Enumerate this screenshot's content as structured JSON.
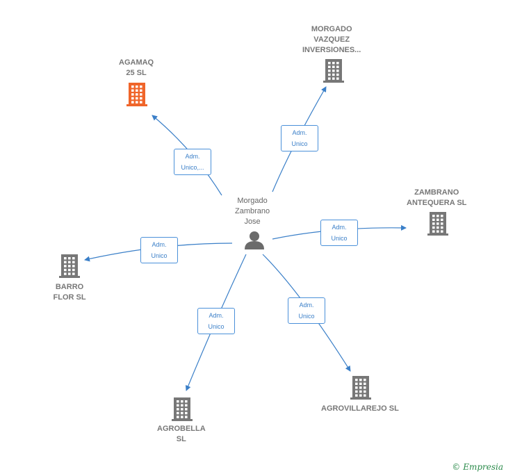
{
  "colors": {
    "edge": "#3a7fc8",
    "building_default": "#777777",
    "building_highlight": "#f0652a",
    "person": "#6b6b6b"
  },
  "center": {
    "label_lines": [
      "Morgado",
      "Zambrano",
      "Jose"
    ],
    "icon": "person-icon"
  },
  "companies": [
    {
      "id": "agamaq",
      "label_lines": [
        "AGAMAQ",
        "25  SL"
      ],
      "icon": "building-icon",
      "highlight": true,
      "edge_label": [
        "Adm.",
        "Unico,..."
      ]
    },
    {
      "id": "morgado-vazquez",
      "label_lines": [
        "MORGADO",
        "VAZQUEZ",
        "INVERSIONES..."
      ],
      "icon": "building-icon",
      "highlight": false,
      "edge_label": [
        "Adm.",
        "Unico"
      ]
    },
    {
      "id": "zambrano-antequera",
      "label_lines": [
        "ZAMBRANO",
        "ANTEQUERA SL"
      ],
      "icon": "building-icon",
      "highlight": false,
      "edge_label": [
        "Adm.",
        "Unico"
      ]
    },
    {
      "id": "barro-flor",
      "label_lines": [
        "BARRO",
        "FLOR SL"
      ],
      "icon": "building-icon",
      "highlight": false,
      "edge_label": [
        "Adm.",
        "Unico"
      ]
    },
    {
      "id": "agrobella",
      "label_lines": [
        "AGROBELLA",
        "SL"
      ],
      "icon": "building-icon",
      "highlight": false,
      "edge_label": [
        "Adm.",
        "Unico"
      ]
    },
    {
      "id": "agrovillarejo",
      "label_lines": [
        "AGROVILLAREJO SL"
      ],
      "icon": "building-icon",
      "highlight": false,
      "edge_label": [
        "Adm.",
        "Unico"
      ]
    }
  ],
  "credit": {
    "symbol": "©",
    "brand": "Empresia"
  }
}
